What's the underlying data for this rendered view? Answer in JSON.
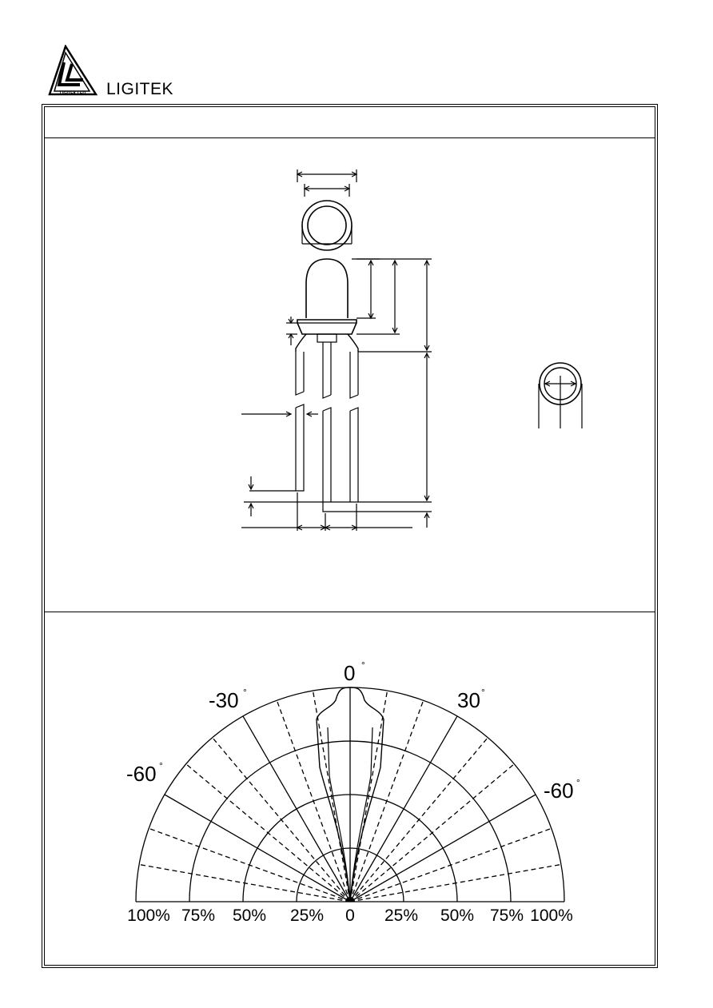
{
  "header": {
    "logo_icon": "ligitek-triangle-logo-icon",
    "logo_text": "LIGITEK LED",
    "brand": "LIGITEK"
  },
  "radiation_pattern": {
    "angle_labels": {
      "top": "0",
      "upper_left": "-30",
      "upper_right": "30",
      "left": "-60",
      "right": "-60"
    },
    "degree_mark": "°",
    "percent_labels": [
      "100%",
      "75%",
      "50%",
      "25%",
      "0",
      "25%",
      "50%",
      "75%",
      "100%"
    ]
  }
}
